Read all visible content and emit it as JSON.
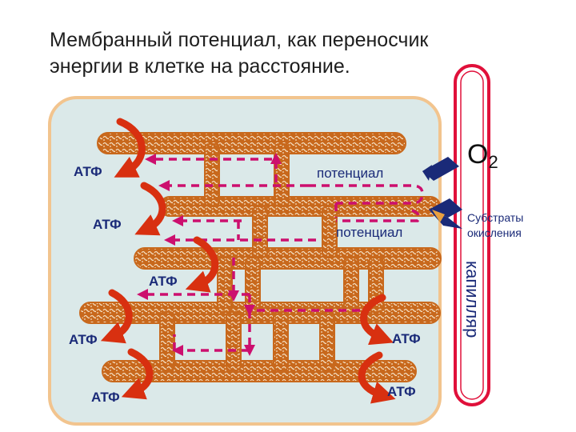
{
  "title": {
    "line1": "Мембранный потенциал, как переносчик",
    "line2": "энергии в клетке на расстояние."
  },
  "labels": {
    "atp": "АТФ",
    "potential": "потенциал",
    "o2_main": "O",
    "o2_sub": "2",
    "substrates_line1": "Субстраты",
    "substrates_line2": "окисления",
    "capillary": "капилляр"
  },
  "colors": {
    "membrane": "#c8681c",
    "cell_fill": "#dbe9e9",
    "cell_border": "#f2c48e",
    "arrow_red": "#d83010",
    "dashed_line": "#cc0f6e",
    "capillary": "#e0103a",
    "label_navy": "#1a2a78"
  },
  "icons": [
    "curved-atp-arrow-icon",
    "dashed-current-arrow-icon",
    "o2-wedge-arrow-icon",
    "substrate-wedge-arrow-icon"
  ]
}
